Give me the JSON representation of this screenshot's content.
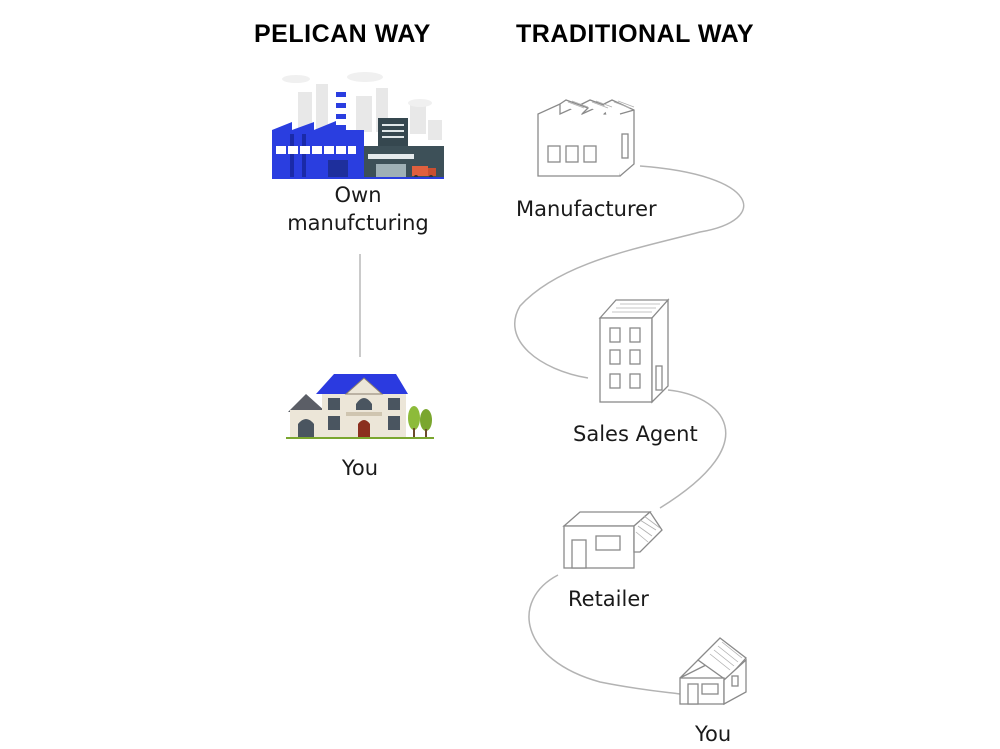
{
  "pelican": {
    "heading": "PELICAN WAY",
    "steps": [
      {
        "label_line1": "Own",
        "label_line2": "manufcturing",
        "icon": "factory-icon"
      },
      {
        "label": "You",
        "icon": "house-icon"
      }
    ]
  },
  "traditional": {
    "heading": "TRADITIONAL WAY",
    "steps": [
      {
        "label": "Manufacturer",
        "icon": "factory-outline-icon"
      },
      {
        "label": "Sales Agent",
        "icon": "office-building-icon"
      },
      {
        "label": "Retailer",
        "icon": "shop-icon"
      },
      {
        "label": "You",
        "icon": "home-outline-icon"
      }
    ]
  },
  "colors": {
    "factory_blue": "#2a3ee0",
    "roof_blue": "#2b3ae0",
    "line_gray": "#b8b8b8",
    "sketch_gray": "#8a8a8a"
  }
}
